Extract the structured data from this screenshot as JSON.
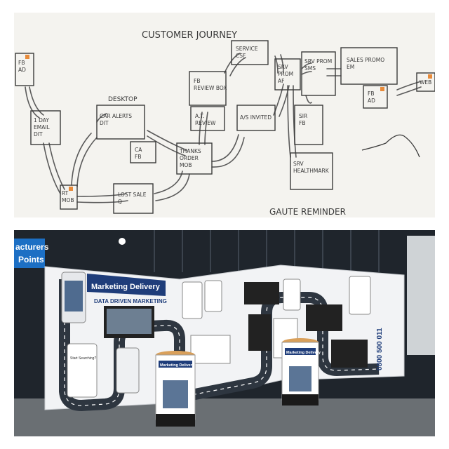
{
  "whiteboard": {
    "heading": "CUSTOMER JOURNEY",
    "desktop_label": "DESKTOP",
    "footer_label": "GAUTE REMINDER",
    "nodes": [
      {
        "id": "fb-ad-left",
        "lines": [
          "FB",
          "AD"
        ]
      },
      {
        "id": "day-email",
        "lines": [
          "1 DAY",
          "EMAIL",
          "DIT"
        ]
      },
      {
        "id": "car-alerts",
        "lines": [
          "CAR ALERTS",
          "DIT"
        ]
      },
      {
        "id": "lost-sale",
        "lines": [
          "LOST SALE",
          "Q"
        ]
      },
      {
        "id": "rt-mob",
        "lines": [
          "RT",
          "MOB"
        ]
      },
      {
        "id": "ca-fb",
        "lines": [
          "CA",
          "FB"
        ]
      },
      {
        "id": "thanks-order",
        "lines": [
          "THANKS",
          "ORDER",
          "MOB"
        ]
      },
      {
        "id": "fb-review-box",
        "lines": [
          "FB",
          "REVIEW BOX"
        ]
      },
      {
        "id": "at-review",
        "lines": [
          "A.T.",
          "REVIEW"
        ]
      },
      {
        "id": "service-csf",
        "lines": [
          "SERVICE",
          "CSF"
        ]
      },
      {
        "id": "als-invited",
        "lines": [
          "A/S INVITED"
        ]
      },
      {
        "id": "srv-prom-af",
        "lines": [
          "SRV",
          "PROM",
          "AF"
        ]
      },
      {
        "id": "srv-prom-sms",
        "lines": [
          "SRV PROM",
          "SMS"
        ]
      },
      {
        "id": "sales-promo",
        "lines": [
          "SALES PROMO",
          "EM"
        ]
      },
      {
        "id": "fb-ad-right",
        "lines": [
          "FB",
          "AD"
        ]
      },
      {
        "id": "web",
        "lines": [
          "WEB"
        ]
      },
      {
        "id": "sir-fb",
        "lines": [
          "SIR",
          "FB"
        ]
      },
      {
        "id": "srv-healthmark",
        "lines": [
          "SRV",
          "HEALTHMARK"
        ]
      }
    ]
  },
  "exhibition": {
    "banner_title": "Marketing Delivery",
    "banner_subtitle": "DATA DRIVEN MARKETING",
    "podium_label_left": "Marketing Delivery",
    "podium_label_right": "Marketing Delivery",
    "hall_sign_line1": "acturers",
    "hall_sign_line2": "Points",
    "side_number": "0800 500 011",
    "phone_prompt": "Start Searching?"
  },
  "colors": {
    "board": "#f4f3ef",
    "marker": "#3a3a3a",
    "road": "#2e3640",
    "banner_navy": "#1f3d7a",
    "accent_orange": "#e88b3a"
  }
}
